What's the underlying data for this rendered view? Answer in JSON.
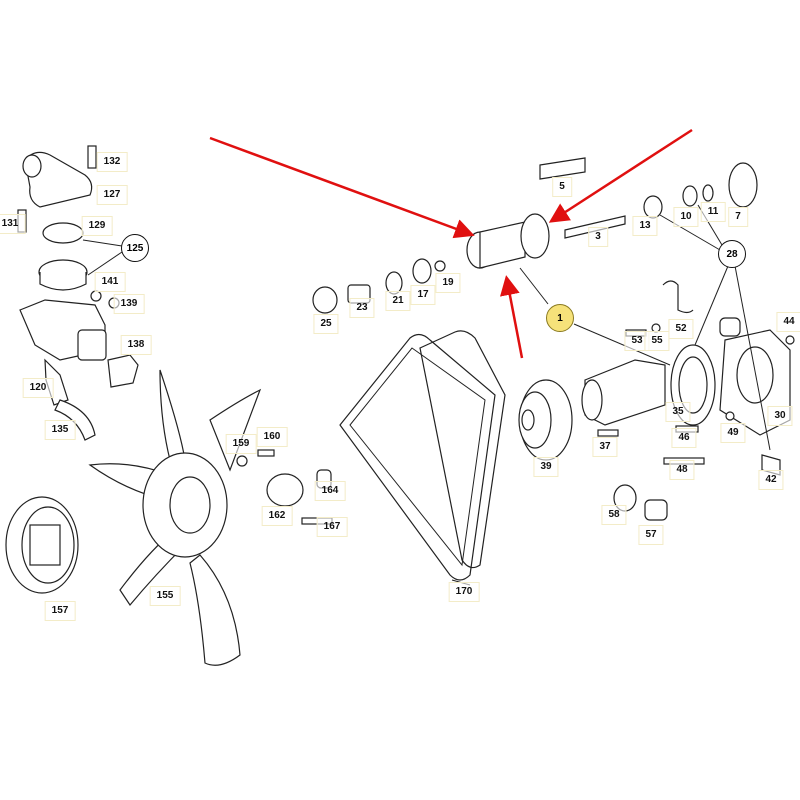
{
  "diagram": {
    "title_hidden": null,
    "callouts": [
      {
        "id": "132"
      },
      {
        "id": "127"
      },
      {
        "id": "131"
      },
      {
        "id": "129"
      },
      {
        "id": "141"
      },
      {
        "id": "139"
      },
      {
        "id": "120"
      },
      {
        "id": "135"
      },
      {
        "id": "138"
      },
      {
        "id": "157"
      },
      {
        "id": "155"
      },
      {
        "id": "159"
      },
      {
        "id": "160"
      },
      {
        "id": "162"
      },
      {
        "id": "164"
      },
      {
        "id": "167"
      },
      {
        "id": "170"
      },
      {
        "id": "25"
      },
      {
        "id": "23"
      },
      {
        "id": "21"
      },
      {
        "id": "17"
      },
      {
        "id": "19"
      },
      {
        "id": "5"
      },
      {
        "id": "3"
      },
      {
        "id": "13"
      },
      {
        "id": "10"
      },
      {
        "id": "11"
      },
      {
        "id": "7"
      },
      {
        "id": "52"
      },
      {
        "id": "53"
      },
      {
        "id": "55"
      },
      {
        "id": "44"
      },
      {
        "id": "30"
      },
      {
        "id": "35"
      },
      {
        "id": "39"
      },
      {
        "id": "37"
      },
      {
        "id": "46"
      },
      {
        "id": "49"
      },
      {
        "id": "48"
      },
      {
        "id": "42"
      },
      {
        "id": "58"
      },
      {
        "id": "57"
      }
    ],
    "group_callouts": [
      {
        "id": "125"
      },
      {
        "id": "28"
      },
      {
        "id": "1",
        "highlighted": true
      }
    ],
    "arrow_color": "#e01010",
    "highlight_color": "#f6e27a"
  }
}
